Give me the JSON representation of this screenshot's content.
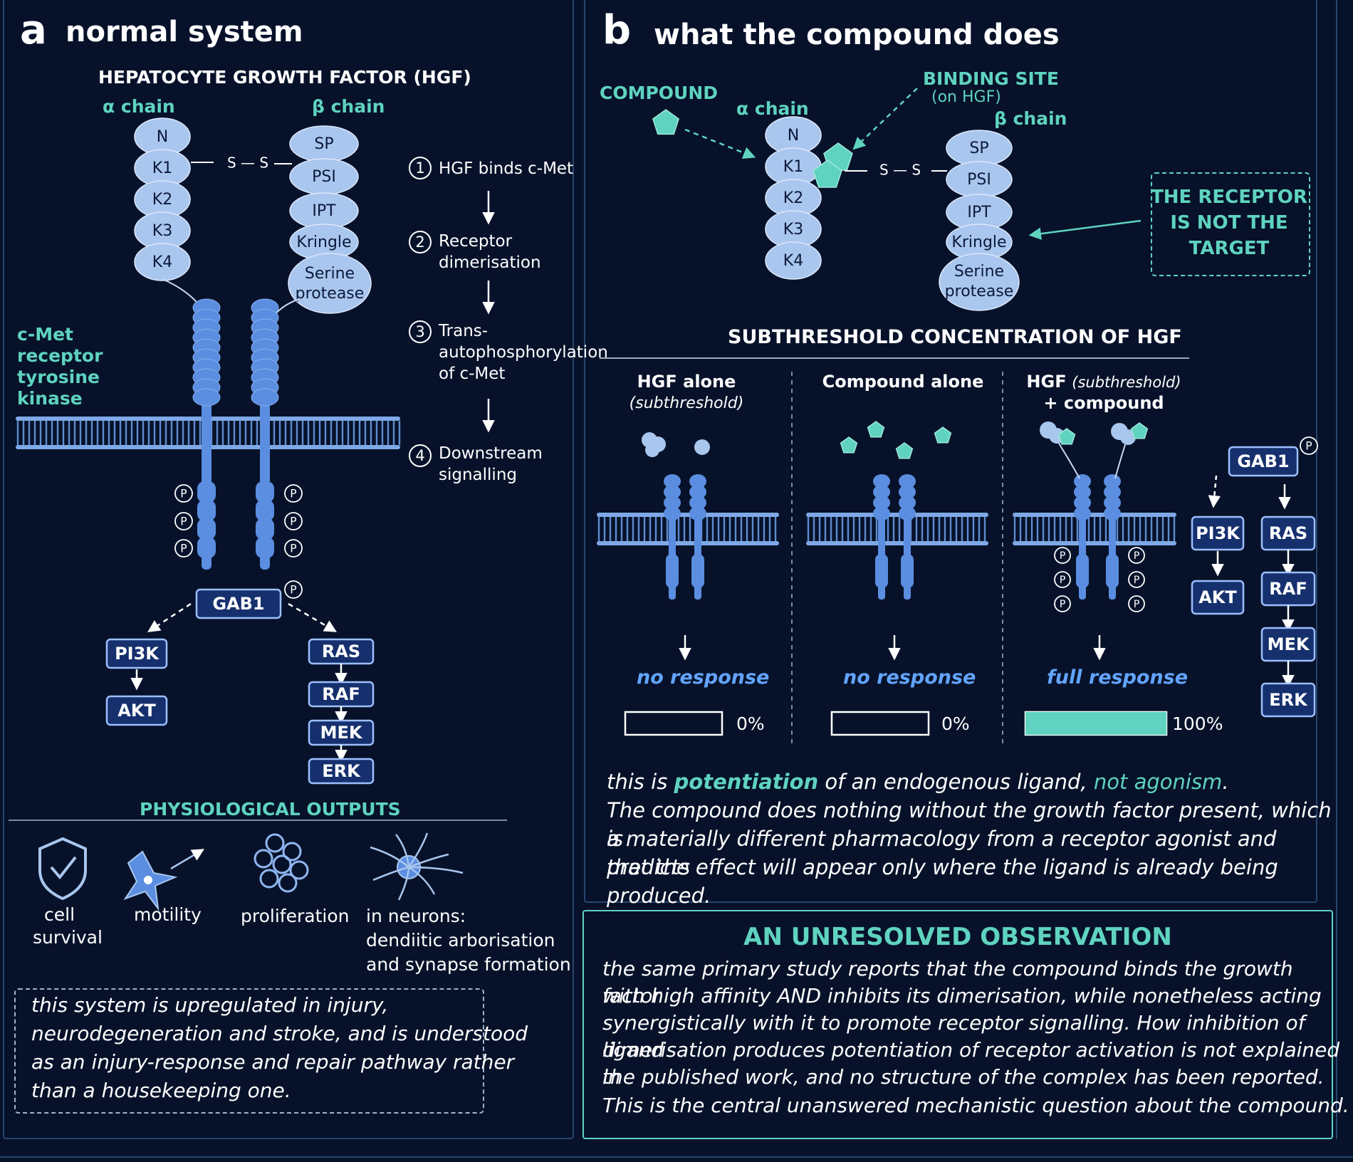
{
  "panel_a": {
    "letter": "a",
    "title": "normal system",
    "hgf_title": "HEPATOCYTE GROWTH FACTOR (HGF)",
    "alpha_label": "α chain",
    "beta_label": "β chain",
    "alpha_domains": [
      "N",
      "K1",
      "K2",
      "K3",
      "K4"
    ],
    "beta_domains": [
      "SP",
      "PSI",
      "IPT",
      "Kringle",
      "Serine",
      "protease"
    ],
    "ss_label": "S — S",
    "receptor_label": [
      "c-Met",
      "receptor",
      "tyrosine",
      "kinase"
    ],
    "steps": [
      {
        "num": "1",
        "lines": [
          "HGF binds c-Met"
        ]
      },
      {
        "num": "2",
        "lines": [
          "Receptor",
          "dimerisation"
        ]
      },
      {
        "num": "3",
        "lines": [
          "Trans-",
          "autophosphorylation",
          "of c-Met"
        ]
      },
      {
        "num": "4",
        "lines": [
          "Downstream",
          "signalling"
        ]
      }
    ],
    "phospho": "P",
    "gab1": "GAB1",
    "left_path": [
      "PI3K",
      "AKT"
    ],
    "right_path": [
      "RAS",
      "RAF",
      "MEK",
      "ERK"
    ],
    "outputs_title": "PHYSIOLOGICAL OUTPUTS",
    "outputs": {
      "survival": [
        "cell",
        "survival"
      ],
      "motility": "motility",
      "proliferation": "proliferation",
      "neurons": [
        "in neurons:",
        "dendiitic arborisation",
        "and synapse formation"
      ]
    },
    "note": [
      "this system is upregulated in injury,",
      "neurodegeneration and stroke, and is understood",
      "as an injury-response and repair pathway rather",
      "than a housekeeping one."
    ]
  },
  "panel_b": {
    "letter": "b",
    "title": "what the compound does",
    "compound_label": "COMPOUND",
    "binding_site": "BINDING SITE",
    "binding_site_sub": "(on HGF)",
    "alpha_label": "α chain",
    "beta_label": "β chain",
    "alpha_domains": [
      "N",
      "K1",
      "K2",
      "K3",
      "K4"
    ],
    "beta_domains": [
      "SP",
      "PSI",
      "IPT",
      "Kringle",
      "Serine",
      "protease"
    ],
    "ss_label": "S — S",
    "receptor_note": [
      "THE RECEPTOR",
      "IS NOT THE",
      "TARGET"
    ],
    "section_title": "SUBTHRESHOLD CONCENTRATION OF HGF",
    "conditions": [
      {
        "title": "HGF alone",
        "subtitle": "(subthreshold)",
        "response": "no response",
        "percent": "0%",
        "fill": 0
      },
      {
        "title": "Compound alone",
        "subtitle": "",
        "response": "no response",
        "percent": "0%",
        "fill": 0
      },
      {
        "title": "HGF",
        "title_it": "(subthreshold)",
        "title2": "+ compound",
        "response": "full response",
        "percent": "100%",
        "fill": 1
      }
    ],
    "phospho": "P",
    "gab1": "GAB1",
    "left_path": [
      "PI3K",
      "AKT"
    ],
    "right_path": [
      "RAS",
      "RAF",
      "MEK",
      "ERK"
    ],
    "summary_pre": "this is ",
    "summary_pot": "potentiation",
    "summary_mid": " of an endogenous ligand, ",
    "summary_ag": "not agonism",
    "summary_end": ".",
    "summary_lines": [
      "The compound does nothing without the growth factor present, which is",
      "a materially different pharmacology from a receptor agonist and predicts",
      "that the effect will appear only where the ligand is already being produced."
    ]
  },
  "observation": {
    "title": "AN UNRESOLVED OBSERVATION",
    "lines": [
      "the same primary study reports that the compound binds the growth factor",
      "with high affinity AND inhibits its dimerisation, while nonetheless acting",
      "synergistically with it to promote receptor signalling. How inhibition of ligand",
      "dimerisation produces potentiation of receptor activation is not explained in",
      "the published work, and no structure of the complex has been reported."
    ],
    "highlight": "This is the central unanswered mechanistic question about the compound."
  },
  "colors": {
    "background": "#07122a",
    "teal": "#5fd3bf",
    "protein": "#a9c6ee",
    "receptor": "#5b8ee0",
    "box_fill": "#16306e",
    "box_border": "#9cc0ff",
    "response_blue": "#62a4ff"
  }
}
